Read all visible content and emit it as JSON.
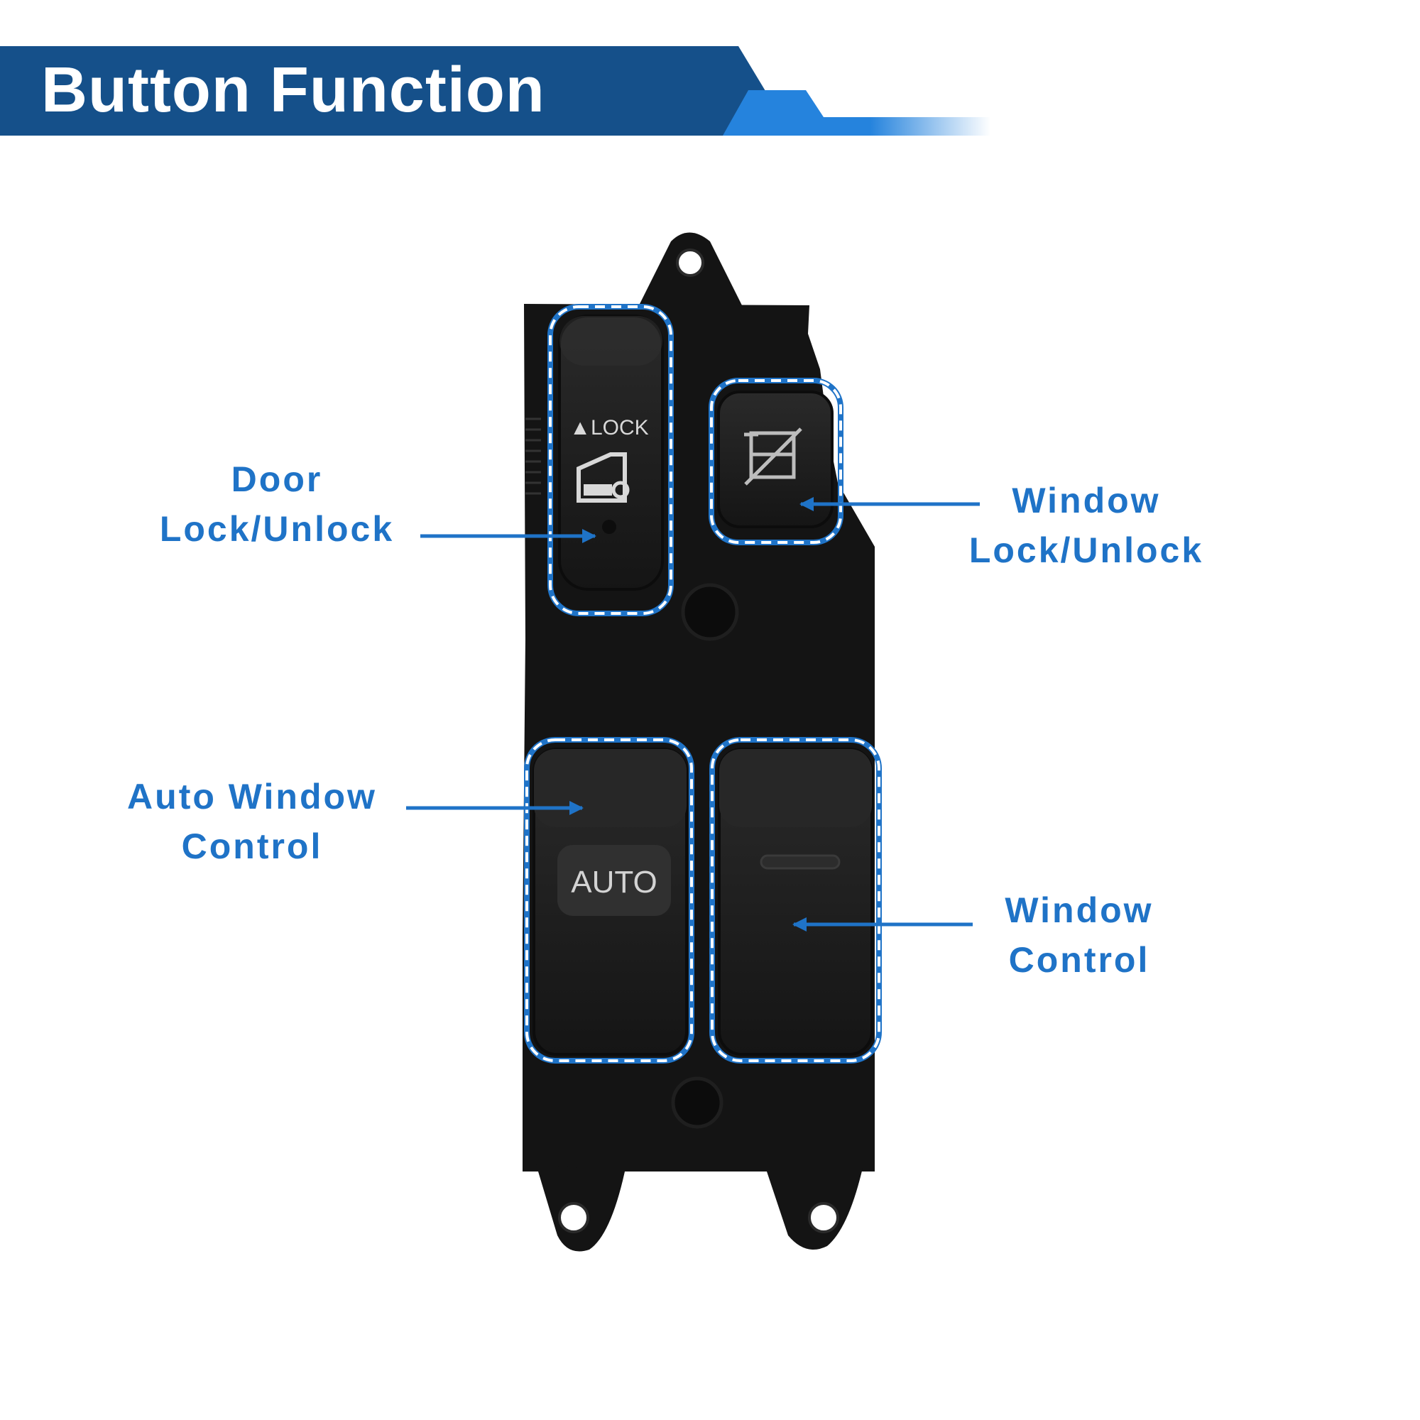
{
  "banner": {
    "title": "Button Function",
    "colors": {
      "dark": "#15508a",
      "accent": "#2583dd"
    }
  },
  "product": {
    "name_icon": "power-window-master-switch",
    "lock_button_label": "▲LOCK",
    "auto_button_label": "AUTO",
    "lock_button_icon": "door-key-icon",
    "window_lock_icon": "window-lock-crossed-icon",
    "body_color": "#141414"
  },
  "callouts": {
    "door_lock": [
      "Door",
      "Lock/Unlock"
    ],
    "window_lock": [
      "Window",
      "Lock/Unlock"
    ],
    "auto_window": [
      "Auto Window",
      "Control"
    ],
    "window_control": [
      "Window",
      "Control"
    ],
    "color": "#1f73c7"
  }
}
